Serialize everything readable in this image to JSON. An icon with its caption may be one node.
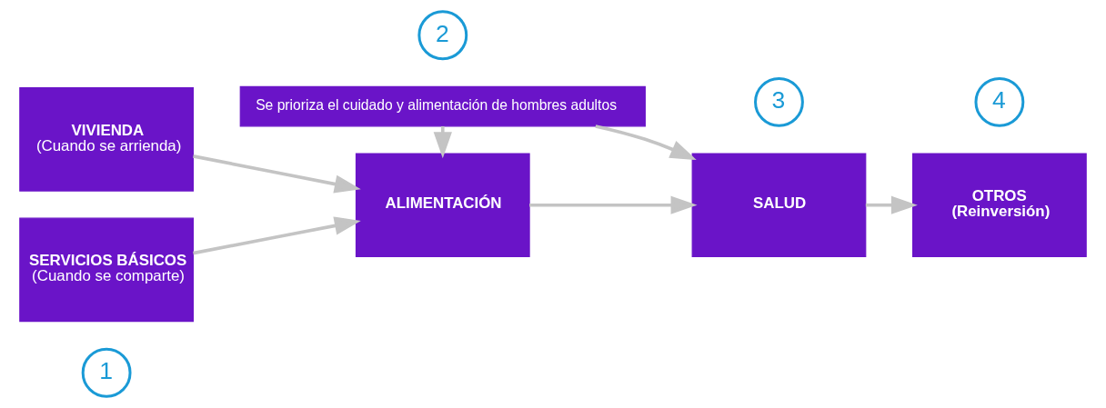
{
  "diagram": {
    "nodes": [
      {
        "text": [
          "1"
        ]
      },
      {
        "text": [
          "VIVIENDA",
          "(Cuando se arrienda)"
        ]
      },
      {
        "text": [
          "SERVICIOS BÁSICOS",
          "(Cuando se comparte)"
        ]
      },
      {
        "text": [
          "2"
        ]
      },
      {
        "text": [
          "ALIMENTACIÓN"
        ]
      },
      {
        "text": [
          "3"
        ]
      },
      {
        "text": [
          "SALUD"
        ]
      },
      {
        "text": [
          "4"
        ]
      },
      {
        "text": [
          "OTROS",
          "(Reinversión)"
        ]
      },
      {
        "text": [
          "Se prioriza el cuidado y alimentación de hombres adultos"
        ]
      }
    ],
    "edges": [
      {
        "from": 1,
        "to": 4,
        "arrow": "to"
      },
      {
        "from": 2,
        "to": 4,
        "arrow": "to"
      },
      {
        "from": 4,
        "to": 6,
        "arrow": "to"
      },
      {
        "from": 6,
        "to": 8,
        "arrow": "to"
      },
      {
        "from": 9,
        "to": 4,
        "arrow": "to"
      },
      {
        "from": 9,
        "to": 6,
        "arrow": "to"
      }
    ]
  }
}
